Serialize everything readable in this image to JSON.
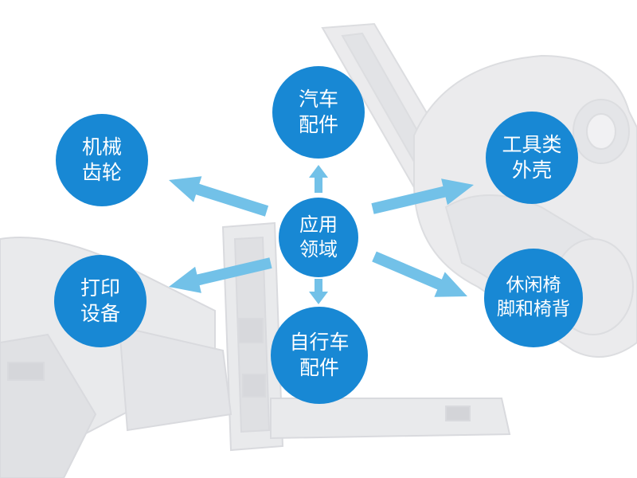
{
  "colors": {
    "node_fill": "#1888d4",
    "arrow_fill": "#72c1e8",
    "text": "#ffffff",
    "background_part": "#e6e7e9"
  },
  "center": {
    "lines": [
      "应用",
      "领域"
    ]
  },
  "nodes": [
    {
      "id": "top",
      "lines": [
        "汽车",
        "配件"
      ]
    },
    {
      "id": "top-left",
      "lines": [
        "机械",
        "齿轮"
      ]
    },
    {
      "id": "top-right",
      "lines": [
        "工具类",
        "外壳"
      ]
    },
    {
      "id": "bottom-left",
      "lines": [
        "打印",
        "设备"
      ]
    },
    {
      "id": "bottom-right",
      "lines": [
        "休闲椅",
        "脚和椅背"
      ]
    },
    {
      "id": "bottom",
      "lines": [
        "自行车",
        "配件"
      ]
    }
  ]
}
